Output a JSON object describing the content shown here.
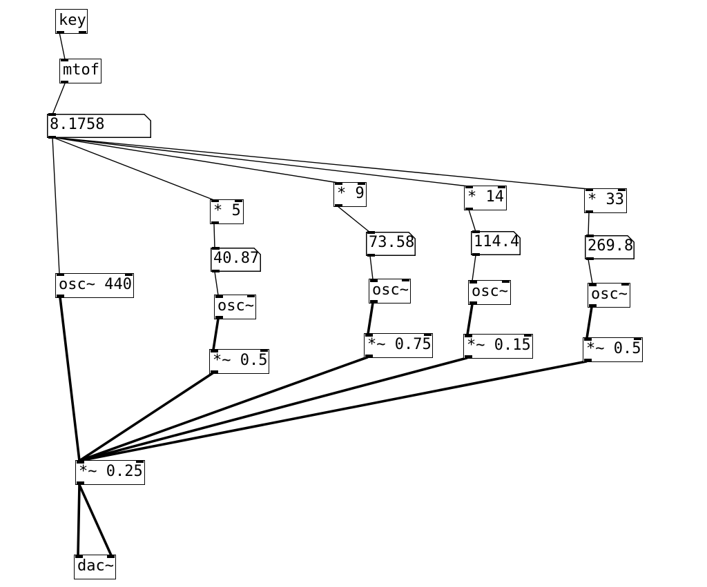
{
  "patch": {
    "objects": {
      "key": "key",
      "mtof": "mtof",
      "mul5": "* 5",
      "mul9": "* 9",
      "mul14": "* 14",
      "mul33": "* 33",
      "osc440": "osc~ 440",
      "osc_a": "osc~",
      "osc_b": "osc~",
      "osc_c": "osc~",
      "osc_d": "osc~",
      "gain_a": "*~ 0.5",
      "gain_b": "*~ 0.75",
      "gain_c": "*~ 0.15",
      "gain_d": "*~ 0.5",
      "master_gain": "*~ 0.25",
      "dac": "dac~"
    },
    "atoms": {
      "freq_base": "8.1758",
      "freq_5": "40.87",
      "freq_9": "73.58",
      "freq_14": "114.4",
      "freq_33": "269.8"
    }
  }
}
